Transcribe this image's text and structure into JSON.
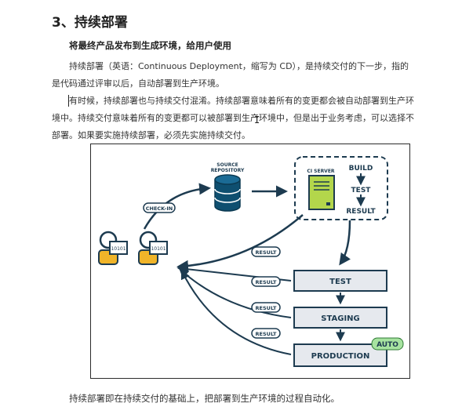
{
  "section": {
    "number_title": "3、持续部署",
    "subheading": "将最终产品发布到生成环境，给用户使用",
    "paragraph1": "持续部署（英语：Continuous Deployment，缩写为 CD），是持续交付的下一步，指的是代码通过评审以后，自动部署到生产环境。",
    "paragraph2": "有时候，持续部署也与持续交付混淆。持续部署意味着所有的变更都会被自动部署到生产环境中。持续交付意味着所有的变更都可以被部署到生产环境中，但是出于业务考虑，可以选择不部署。如果要实施持续部署，必须先实施持续交付。",
    "caption": "持续部署即在持续交付的基础上，把部署到生产环境的过程自动化。"
  },
  "diagram": {
    "source_repository": [
      "SOURCE",
      "REPOSITORY"
    ],
    "ci_server": "CI SERVER",
    "build": "BUILD",
    "test_small": "TEST",
    "result_small": "RESULT",
    "check_in": "CHECK-IN",
    "result_tag": "RESULT",
    "binary_text": "10101",
    "stages": [
      "TEST",
      "STAGING",
      "PRODUCTION"
    ],
    "auto_badge": "AUTO",
    "colors": {
      "accent_blue": "#1d4e6e",
      "db_blue": "#0e4f70",
      "server_green": "#b3d64b",
      "stage_fill": "#e6e9ee",
      "auto_green": "#a7e3a0",
      "avatar_yellow": "#f0b429"
    }
  }
}
